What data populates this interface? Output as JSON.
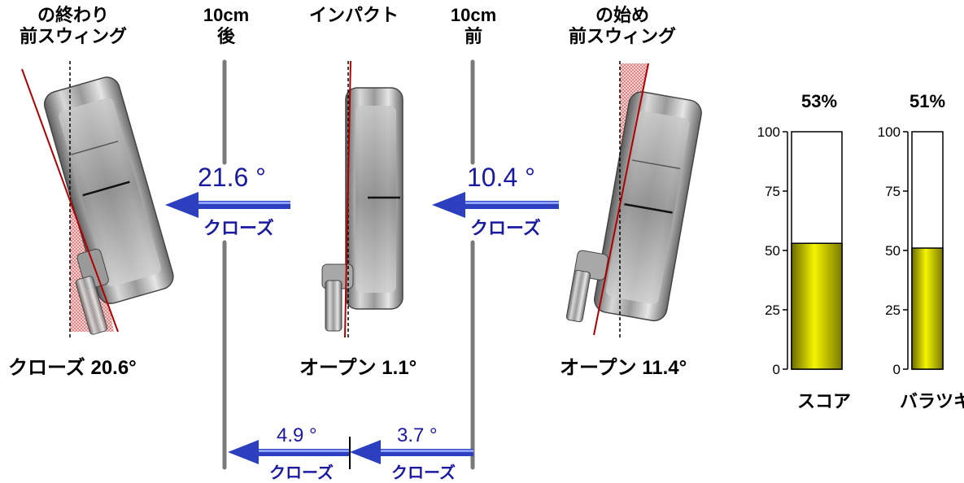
{
  "headers": {
    "end_line1": "の終わり",
    "end_line2": "前スウィング",
    "back_line1": "10cm",
    "back_line2": "後",
    "impact": "インパクト",
    "front_line1": "10cm",
    "front_line2": "前",
    "start_line1": "の始め",
    "start_line2": "前スウィング"
  },
  "arrows": {
    "back_angle": "21.6 °",
    "back_label": "クローズ",
    "front_angle": "10.4 °",
    "front_label": "クローズ",
    "bottom_left_angle": "4.9 °",
    "bottom_left_label": "クローズ",
    "bottom_right_angle": "3.7 °",
    "bottom_right_label": "クローズ"
  },
  "face_readings": {
    "end": "クローズ 20.6°",
    "impact": "オープン 1.1°",
    "start": "オープン 11.4°"
  },
  "colors": {
    "arrow_blue": "#2b3fbf",
    "label_blue": "#1a1aa0",
    "bar_fill": "#e0e000",
    "red_line": "#b00000"
  },
  "chart_data": {
    "type": "bar",
    "categories": [
      "スコア",
      "バラツキ"
    ],
    "values": [
      53,
      51
    ],
    "value_labels": [
      "53%",
      "51%"
    ],
    "ylim": [
      0,
      100
    ],
    "yticks": [
      "0",
      "25",
      "50",
      "75",
      "100"
    ]
  }
}
